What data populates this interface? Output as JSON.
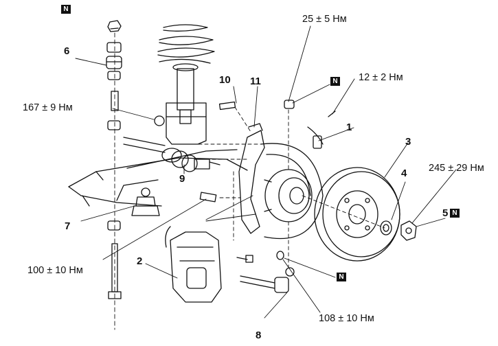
{
  "callouts": {
    "c1": "1",
    "c2": "2",
    "c3": "3",
    "c4": "4",
    "c5": "5",
    "c6": "6",
    "c7": "7",
    "c8": "8",
    "c9": "9",
    "c10": "10",
    "c11": "11"
  },
  "torques": {
    "t_knuckle_nut": "25 ± 5 Нм",
    "t_sensor_bolt": "12 ± 2 Нм",
    "t_strut_bolt": "167 ± 9 Нм",
    "t_hub_nut": "245 ± 29 Нм",
    "t_caliper_bolt": "100 ± 10 Нм",
    "t_tierod_nut": "108 ± 10 Нм"
  },
  "badges": {
    "new_part_mark": "N"
  },
  "colors": {
    "line": "#111111",
    "badge_bg": "#111111",
    "badge_text": "#ffffff"
  }
}
